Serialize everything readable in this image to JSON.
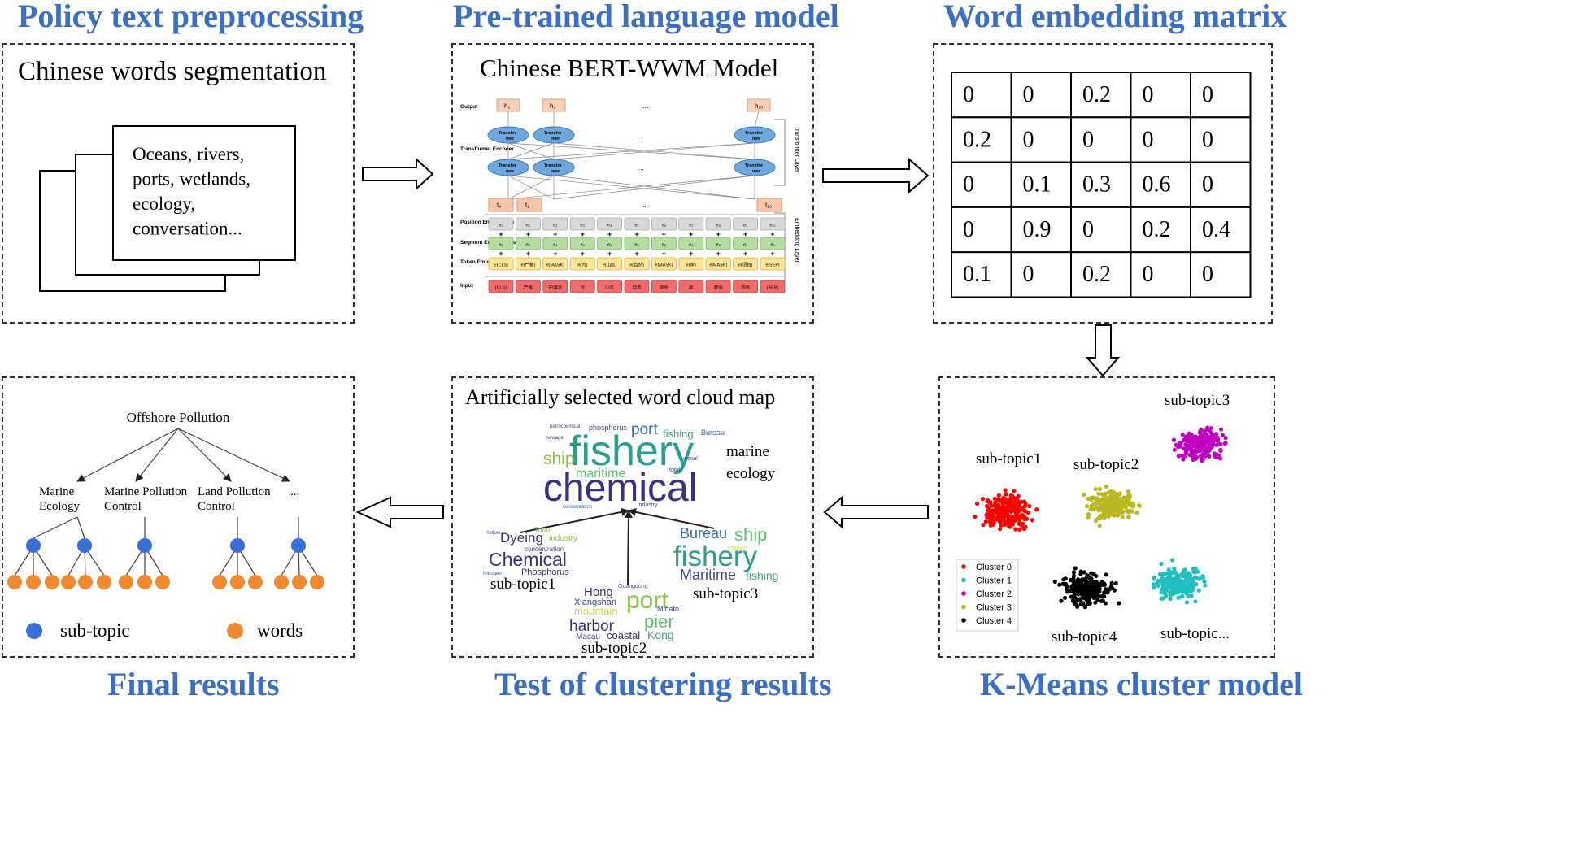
{
  "titles": {
    "preprocessing": "Policy text preprocessing",
    "language_model": "Pre-trained language model",
    "embedding": "Word embedding matrix",
    "final": "Final results",
    "test": "Test of clustering results",
    "kmeans": "K-Means cluster model"
  },
  "preprocessing": {
    "subtitle": "Chinese words segmentation",
    "doc_lines": [
      "Oceans, rivers,",
      "ports, wetlands,",
      "ecology,",
      "conversation..."
    ]
  },
  "bert": {
    "subtitle": "Chinese BERT-WWM Model",
    "outputs": [
      "h₁",
      "h₂",
      "...",
      "h₁₀"
    ],
    "encoder_label": "Transformer Encoder",
    "layer_label_top": "Transformer Layer",
    "layer_label_bottom": "Embedding Layer",
    "transformer_label": "Transfor mer",
    "row_labels": [
      "Output",
      "Transformer Encoder",
      "Position Embeddings",
      "Segment Embeddings",
      "Token Embeddings",
      "Input"
    ],
    "t_labels": [
      "t₀",
      "t₁",
      "...",
      "t₁₀"
    ],
    "position": [
      "e₀",
      "e₁",
      "e₂",
      "e₃",
      "e₄",
      "e₅",
      "e₆",
      "e₇",
      "e₈",
      "e₉",
      "e₁₀"
    ],
    "segment": [
      "eₐ",
      "eₐ",
      "eₐ",
      "eₐ",
      "eₐ",
      "eₐ",
      "eₐ",
      "eₐ",
      "eₐ",
      "eₐ",
      "eₐ"
    ],
    "token": [
      "E[CLS]",
      "e(严格)",
      "e[MASK]",
      "e(污)",
      "e(山区)",
      "e(自然)",
      "e[MASK]",
      "e(岸)",
      "e[MASK]",
      "e(项目)",
      "e[SEP]"
    ],
    "input": [
      "[CLS]",
      "严格",
      "护滩涂",
      "污",
      "山区",
      "自然",
      "岸线",
      "岸",
      "建设",
      "项目",
      "[SEP]"
    ]
  },
  "matrix": [
    [
      "0",
      "0",
      "0.2",
      "0",
      "0"
    ],
    [
      "0.2",
      "0",
      "0",
      "0",
      "0"
    ],
    [
      "0",
      "0.1",
      "0.3",
      "0.6",
      "0"
    ],
    [
      "0",
      "0.9",
      "0",
      "0.2",
      "0.4"
    ],
    [
      "0.1",
      "0",
      "0.2",
      "0",
      "0"
    ]
  ],
  "kmeans": {
    "labels": [
      "sub-topic1",
      "sub-topic2",
      "sub-topic3",
      "sub-topic4",
      "sub-topic..."
    ],
    "legend": [
      "Cluster 0",
      "Cluster 1",
      "Cluster 2",
      "Cluster 3",
      "Cluster 4"
    ],
    "colors": [
      "#ff0000",
      "#20c0c0",
      "#c000c0",
      "#b8b820",
      "#000000"
    ]
  },
  "wordcloud": {
    "subtitle": "Artificially  selected  word cloud map",
    "main_words": [
      "fishery",
      "chemical",
      "port",
      "fishing",
      "ship",
      "maritime",
      "phosphorus",
      "petrochemical",
      "Bureau",
      "total",
      "concentration",
      "industry",
      "vessel",
      "sewage"
    ],
    "side_label": [
      "marine",
      "ecology"
    ],
    "sub1_words": [
      "Dyeing",
      "industry",
      "Total",
      "concentration",
      "Chemical",
      "Phosphorus",
      "Nitrogen",
      "Yellow"
    ],
    "sub2_words": [
      "Hong",
      "Guangdong",
      "Xiangshan",
      "port",
      "mountain",
      "pier",
      "harbor",
      "Minato",
      "Macau",
      "coastal",
      "Kong"
    ],
    "sub3_words": [
      "Bureau",
      "ship",
      "Foreign",
      "fishery",
      "Maritime",
      "fishing"
    ],
    "sub_labels": [
      "sub-topic1",
      "sub-topic2",
      "sub-topic3"
    ]
  },
  "final": {
    "root": "Offshore Pollution",
    "children": [
      "Marine\nEcology",
      "Marine Pollution\nControl",
      "Land Pollution\nControl",
      "..."
    ],
    "legend_subtopic": "sub-topic",
    "legend_words": "words",
    "subtopic_color": "#3a6fd8",
    "word_color": "#f08a30"
  },
  "colors": {
    "title_blue": "#3a6fc3",
    "encoder_blue": "#6fa8dc",
    "output_peach": "#f8d0b8",
    "segment_green": "#b6dca0",
    "token_yellow": "#ffe594",
    "input_red": "#f26a6a",
    "position_gray": "#d9d9d9"
  }
}
